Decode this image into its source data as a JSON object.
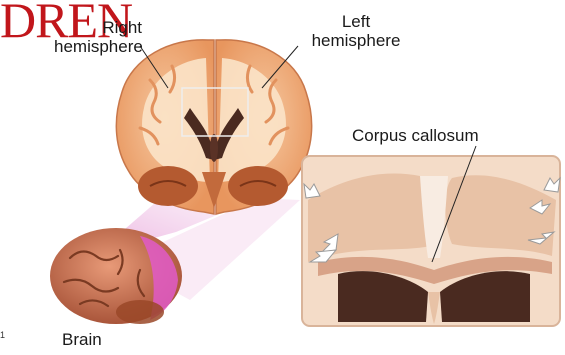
{
  "figure": {
    "labels": {
      "right_hemisphere": "Right hemisphere",
      "left_hemisphere": "Left hemisphere",
      "corpus_callosum": "Corpus callosum",
      "brain": "Brain"
    },
    "watermark": "DREN"
  },
  "colors": {
    "cortex": "#f2b58a",
    "white_matter": "#fbe3c8",
    "ventricle": "#4a2a20",
    "cerebellum": "#b45a30",
    "highlight": "#e05ac8",
    "callout_fill": "#f4dcc8",
    "watermark": "#c1161b"
  }
}
